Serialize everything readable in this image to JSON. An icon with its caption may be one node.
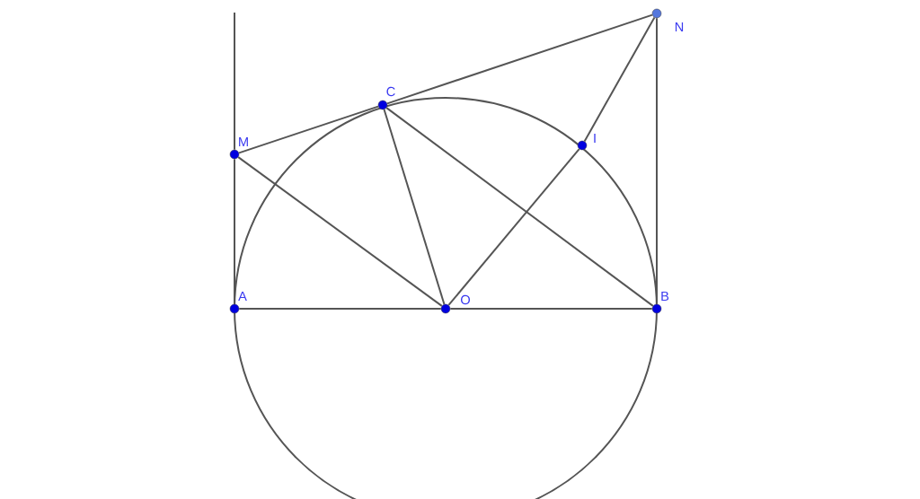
{
  "diagram": {
    "nodes": [
      {
        "text": [
          "N"
        ]
      },
      {
        "text": [
          "C"
        ]
      },
      {
        "text": [
          "I"
        ]
      },
      {
        "text": [
          "M"
        ]
      },
      {
        "text": [
          "A"
        ]
      },
      {
        "text": [
          "O"
        ]
      },
      {
        "text": [
          "B"
        ]
      }
    ],
    "edges": [
      {
        "from": 3,
        "to": 1,
        "arrow": "none"
      },
      {
        "from": 1,
        "to": 0,
        "arrow": "none"
      },
      {
        "from": 4,
        "to": 3,
        "arrow": "none"
      },
      {
        "from": null,
        "to": 3,
        "arrow": "none"
      },
      {
        "from": 3,
        "to": 5,
        "arrow": "none"
      },
      {
        "from": 1,
        "to": 5,
        "arrow": "none"
      },
      {
        "from": 1,
        "to": 6,
        "arrow": "none"
      },
      {
        "from": 5,
        "to": 2,
        "arrow": "none"
      },
      {
        "from": 2,
        "to": 0,
        "arrow": "none"
      },
      {
        "from": 0,
        "to": 6,
        "arrow": "none"
      },
      {
        "from": 4,
        "to": 5,
        "arrow": "none"
      },
      {
        "from": 5,
        "to": 6,
        "arrow": "none"
      }
    ]
  }
}
